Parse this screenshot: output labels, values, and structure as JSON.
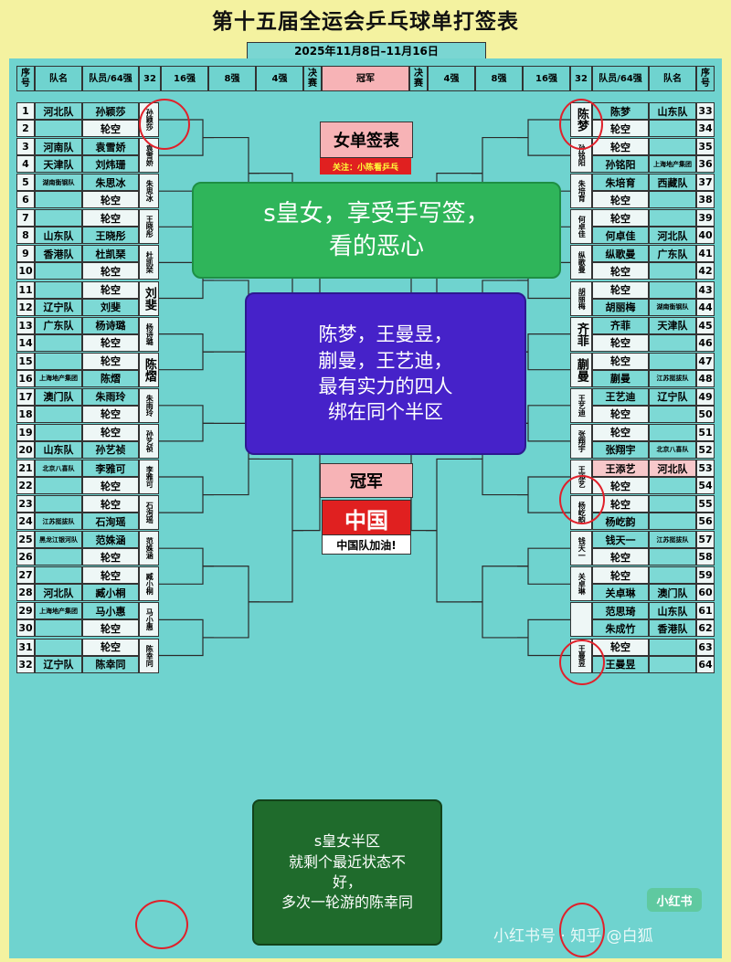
{
  "title": "第十五届全运会乒乓球单打签表",
  "date": "2025年11月8日–11月16日",
  "headers": {
    "left": [
      "序号",
      "队名",
      "队员/64强",
      "32",
      "16强",
      "8强",
      "4强",
      "决赛"
    ],
    "center": "冠军",
    "right": [
      "决赛",
      "4强",
      "8强",
      "16强",
      "32",
      "队员/64强",
      "队名",
      "序号"
    ]
  },
  "left": [
    {
      "n": "1",
      "team": "河北队",
      "player": "孙颖莎"
    },
    {
      "n": "2",
      "team": "",
      "player": "轮空"
    },
    {
      "n": "3",
      "team": "河南队",
      "player": "袁雪娇"
    },
    {
      "n": "4",
      "team": "天津队",
      "player": "刘炜珊"
    },
    {
      "n": "5",
      "team": "湖南衡钢队",
      "player": "朱思冰"
    },
    {
      "n": "6",
      "team": "",
      "player": "轮空"
    },
    {
      "n": "7",
      "team": "",
      "player": "轮空"
    },
    {
      "n": "8",
      "team": "山东队",
      "player": "王晓彤"
    },
    {
      "n": "9",
      "team": "香港队",
      "player": "杜凯琹"
    },
    {
      "n": "10",
      "team": "",
      "player": "轮空"
    },
    {
      "n": "11",
      "team": "",
      "player": "轮空"
    },
    {
      "n": "12",
      "team": "辽宁队",
      "player": "刘斐"
    },
    {
      "n": "13",
      "team": "广东队",
      "player": "杨诗璐"
    },
    {
      "n": "14",
      "team": "",
      "player": "轮空"
    },
    {
      "n": "15",
      "team": "",
      "player": "轮空"
    },
    {
      "n": "16",
      "team": "上海地产集团",
      "player": "陈熠"
    },
    {
      "n": "17",
      "team": "澳门队",
      "player": "朱雨玲"
    },
    {
      "n": "18",
      "team": "",
      "player": "轮空"
    },
    {
      "n": "19",
      "team": "",
      "player": "轮空"
    },
    {
      "n": "20",
      "team": "山东队",
      "player": "孙艺祯"
    },
    {
      "n": "21",
      "team": "北京八喜队",
      "player": "李雅可"
    },
    {
      "n": "22",
      "team": "",
      "player": "轮空"
    },
    {
      "n": "23",
      "team": "",
      "player": "轮空"
    },
    {
      "n": "24",
      "team": "江苏挺拔队",
      "player": "石洵瑶"
    },
    {
      "n": "25",
      "team": "黑龙江银河队",
      "player": "范姝涵"
    },
    {
      "n": "26",
      "team": "",
      "player": "轮空"
    },
    {
      "n": "27",
      "team": "",
      "player": "轮空"
    },
    {
      "n": "28",
      "team": "河北队",
      "player": "臧小桐"
    },
    {
      "n": "29",
      "team": "上海地产集团",
      "player": "马小惠"
    },
    {
      "n": "30",
      "team": "",
      "player": "轮空"
    },
    {
      "n": "31",
      "team": "",
      "player": "轮空"
    },
    {
      "n": "32",
      "team": "辽宁队",
      "player": "陈幸同"
    }
  ],
  "left32": [
    "孙颖莎",
    "袁雪娇",
    "朱思冰",
    "王晓彤",
    "杜凯琹",
    "刘斐",
    "杨诗璐",
    "陈熠",
    "朱雨玲",
    "孙艺祯",
    "李雅可",
    "石洵瑶",
    "范姝涵",
    "臧小桐",
    "马小惠",
    "陈幸同"
  ],
  "right": [
    {
      "n": "33",
      "team": "山东队",
      "player": "陈梦"
    },
    {
      "n": "34",
      "team": "",
      "player": "轮空"
    },
    {
      "n": "35",
      "team": "",
      "player": "轮空"
    },
    {
      "n": "36",
      "team": "上海地产集团",
      "player": "孙铭阳"
    },
    {
      "n": "37",
      "team": "西藏队",
      "player": "朱培育"
    },
    {
      "n": "38",
      "team": "",
      "player": "轮空"
    },
    {
      "n": "39",
      "team": "",
      "player": "轮空"
    },
    {
      "n": "40",
      "team": "河北队",
      "player": "何卓佳"
    },
    {
      "n": "41",
      "team": "广东队",
      "player": "纵歌曼"
    },
    {
      "n": "42",
      "team": "",
      "player": "轮空"
    },
    {
      "n": "43",
      "team": "",
      "player": "轮空"
    },
    {
      "n": "44",
      "team": "湖南衡钢队",
      "player": "胡丽梅"
    },
    {
      "n": "45",
      "team": "天津队",
      "player": "齐菲"
    },
    {
      "n": "46",
      "team": "",
      "player": "轮空"
    },
    {
      "n": "47",
      "team": "",
      "player": "轮空"
    },
    {
      "n": "48",
      "team": "江苏挺拔队",
      "player": "蒯曼"
    },
    {
      "n": "49",
      "team": "辽宁队",
      "player": "王艺迪"
    },
    {
      "n": "50",
      "team": "",
      "player": "轮空"
    },
    {
      "n": "51",
      "team": "",
      "player": "轮空"
    },
    {
      "n": "52",
      "team": "北京八喜队",
      "player": "张翔宇"
    },
    {
      "n": "53",
      "team": "河北队",
      "player": "王添艺"
    },
    {
      "n": "54",
      "team": "",
      "player": "轮空"
    },
    {
      "n": "55",
      "team": "",
      "player": "轮空"
    },
    {
      "n": "56",
      "team": "",
      "player": "杨屹韵"
    },
    {
      "n": "57",
      "team": "江苏挺拔队",
      "player": "钱天一"
    },
    {
      "n": "58",
      "team": "",
      "player": "轮空"
    },
    {
      "n": "59",
      "team": "",
      "player": "轮空"
    },
    {
      "n": "60",
      "team": "澳门队",
      "player": "关卓琳"
    },
    {
      "n": "61",
      "team": "山东队",
      "player": "范思琦"
    },
    {
      "n": "62",
      "team": "香港队",
      "player": "朱成竹"
    },
    {
      "n": "63",
      "team": "",
      "player": "轮空"
    },
    {
      "n": "64",
      "team": "",
      "player": "王曼昱"
    }
  ],
  "right32": [
    "陈梦",
    "孙铭阳",
    "朱培育",
    "何卓佳",
    "纵歌曼",
    "胡丽梅",
    "齐菲",
    "蒯曼",
    "王艺迪",
    "张翔宇",
    "王添艺",
    "杨屹韵",
    "钱天一",
    "关卓琳",
    "",
    "王曼昱"
  ],
  "overlays": {
    "womens_label": "女单签表",
    "follow": "关注：小陈看乒乓",
    "green_line1": "s皇女，享受手写签，",
    "green_line2": "看的恶心",
    "purple_line1": "陈梦，王曼昱，",
    "purple_line2": "蒯曼，王艺迪，",
    "purple_line3": "最有实力的四人",
    "purple_line4": "绑在同个半区",
    "champion_label": "冠军",
    "champion_name": "中国",
    "cheer": "中国队加油!",
    "dgreen_line1": "s皇女半区",
    "dgreen_line2": "就剩个最近状态不",
    "dgreen_line3": "好，",
    "dgreen_line4": "多次一轮游的陈幸同"
  },
  "watermarks": {
    "xhs_badge": "小红书",
    "credit": "小红书号 · 知乎 @白狐"
  },
  "colors": {
    "bg": "#6fd3cf",
    "highlight": "#f7b3b6",
    "red": "#e02020",
    "green": "#2fb55a",
    "purple": "#4622c9",
    "dark_green": "#1f6b2c"
  }
}
